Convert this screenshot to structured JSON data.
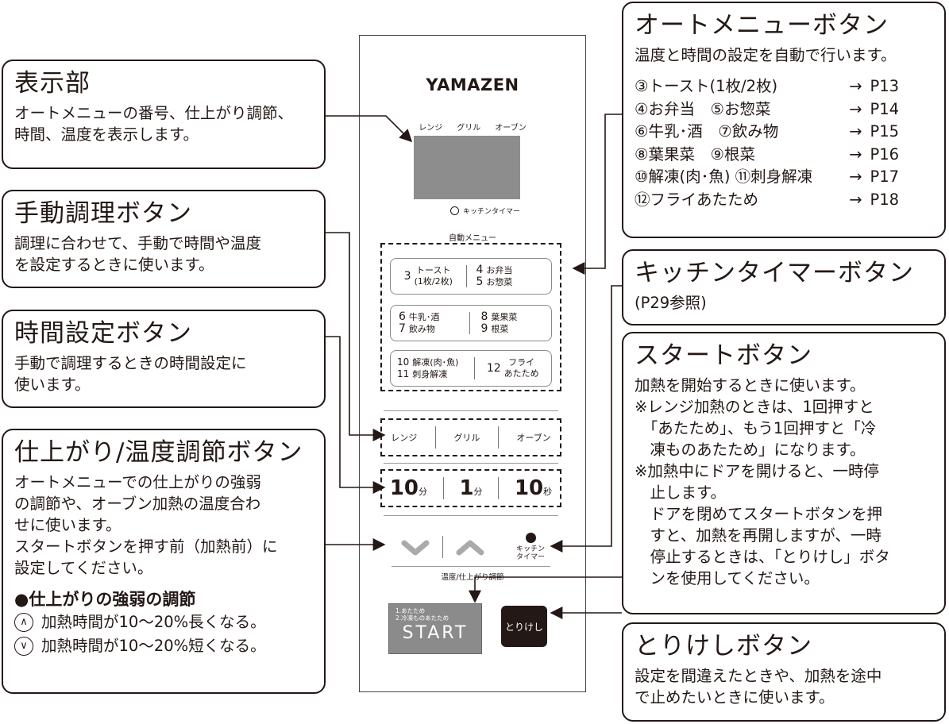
{
  "brand": "YAMAZEN",
  "panel": {
    "modes": [
      "レンジ",
      "グリル",
      "オーブン"
    ],
    "kitchen_timer": "キッチンタイマー",
    "auto_menu_label": "自動メニュー",
    "auto_buttons": [
      {
        "left_num": "3",
        "left_text": "トースト\n(1枚/2枚)",
        "right_lines": [
          [
            "4",
            "お弁当"
          ],
          [
            "5",
            "お惣菜"
          ]
        ]
      },
      {
        "left_lines": [
          [
            "6",
            "牛乳･酒"
          ],
          [
            "7",
            "飲み物"
          ]
        ],
        "right_lines": [
          [
            "8",
            "葉果菜"
          ],
          [
            "9",
            "根菜"
          ]
        ]
      },
      {
        "left_lines": [
          [
            "10",
            "解凍(肉･魚)"
          ],
          [
            "11",
            "刺身解凍"
          ]
        ],
        "right_num": "12",
        "right_text": "フライ\nあたため"
      }
    ],
    "mode_buttons": [
      "レンジ",
      "グリル",
      "オーブン"
    ],
    "time_buttons": [
      {
        "n": "10",
        "u": "分"
      },
      {
        "n": "1",
        "u": "分"
      },
      {
        "n": "10",
        "u": "秒"
      }
    ],
    "kitchen_btn": "キッチン\nタイマー",
    "adjust_label": "温度/仕上がり調節",
    "start_small": "1.あたため\n2.冷凍ものあたため",
    "start_big": "START",
    "cancel": "とりけし"
  },
  "callouts": {
    "display": {
      "title": "表示部",
      "body": "オートメニューの番号、仕上がり調節、\n時間、温度を表示します。"
    },
    "manual": {
      "title": "手動調理ボタン",
      "body": "調理に合わせて、手動で時間や温度\nを設定するときに使います。"
    },
    "time": {
      "title": "時間設定ボタン",
      "body": "手動で調理するときの時間設定に\n使います。"
    },
    "adjust": {
      "title": "仕上がり/温度調節ボタン",
      "body": "オートメニューでの仕上がりの強弱\nの調節や、オーブン加熱の温度合わ\nせに使います。\nスタートボタンを押す前（加熱前）に\n設定してください。",
      "sub": "●仕上がりの強弱の調節",
      "up": "加熱時間が10～20%長くなる。",
      "down": "加熱時間が10～20%短くなる。"
    },
    "auto": {
      "title": "オートメニューボタン",
      "body": "温度と時間の設定を自動で行います。",
      "items": [
        {
          "label": "③トースト(1枚/2枚)",
          "page": "P13"
        },
        {
          "label": "④お弁当　⑤お惣菜",
          "page": "P14"
        },
        {
          "label": "⑥牛乳･酒　⑦飲み物",
          "page": "P15"
        },
        {
          "label": "⑧葉果菜　⑨根菜",
          "page": "P16"
        },
        {
          "label": "⑩解凍(肉･魚) ⑪刺身解凍",
          "page": "P17"
        },
        {
          "label": "⑫フライあたため",
          "page": "P18"
        }
      ],
      "arrow": "→"
    },
    "timer": {
      "title": "キッチンタイマーボタン",
      "body": "(P29参照)"
    },
    "start": {
      "title": "スタートボタン",
      "body": "加熱を開始するときに使います。\n※レンジ加熱のときは、1回押すと\n　「あたため」、もう1回押すと「冷\n　凍ものあたため」になります。\n※加熱中にドアを開けると、一時停\n　止します。\n　ドアを閉めてスタートボタンを押\n　すと、加熱を再開しますが、一時\n　停止するときは、「とりけし」ボタ\n　ンを使用してください。"
    },
    "cancel": {
      "title": "とりけしボタン",
      "body": "設定を間違えたときや、加熱を途中\nで止めたいときに使います。"
    }
  },
  "colors": {
    "ink": "#231815",
    "display": "#8d8d8d",
    "start": "#8b8b8b"
  }
}
